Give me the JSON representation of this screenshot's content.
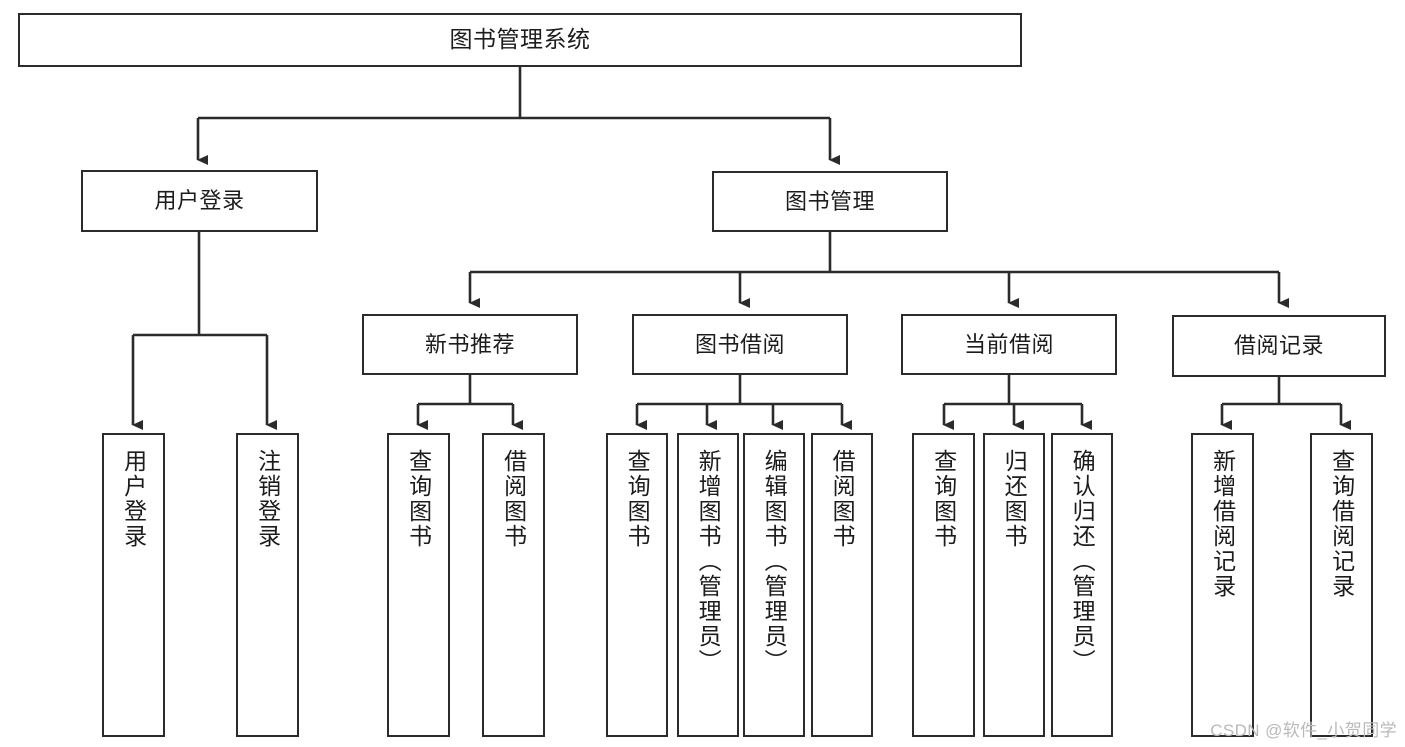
{
  "diagram": {
    "title": "图书管理系统",
    "type": "tree-hierarchy-flowchart",
    "colors": {
      "box_border": "#2b2b2b",
      "box_fill": "#ffffff",
      "connector": "#2b2b2b",
      "text": "#1c1c1c",
      "watermark": "#b9b9b9",
      "canvas": "#ffffff"
    },
    "root": {
      "id": "root",
      "label": "图书管理系统"
    },
    "level2": [
      {
        "id": "user-login",
        "label": "用户登录"
      },
      {
        "id": "book-management",
        "label": "图书管理"
      }
    ],
    "level3": [
      {
        "id": "new-book-recommend",
        "label": "新书推荐",
        "parent": "book-management"
      },
      {
        "id": "book-borrow",
        "label": "图书借阅",
        "parent": "book-management"
      },
      {
        "id": "current-borrow",
        "label": "当前借阅",
        "parent": "book-management"
      },
      {
        "id": "borrow-record",
        "label": "借阅记录",
        "parent": "book-management"
      }
    ],
    "leaves": [
      {
        "id": "leaf-user-login",
        "label": "用户登录",
        "parent": "user-login"
      },
      {
        "id": "leaf-logout-login",
        "label": "注销登录",
        "parent": "user-login"
      },
      {
        "id": "leaf-query-book-1",
        "label": "查询图书",
        "parent": "new-book-recommend"
      },
      {
        "id": "leaf-borrow-book-1",
        "label": "借阅图书",
        "parent": "new-book-recommend"
      },
      {
        "id": "leaf-query-book-2",
        "label": "查询图书",
        "parent": "book-borrow"
      },
      {
        "id": "leaf-add-book",
        "label": "新增图书（管理员）",
        "parent": "book-borrow"
      },
      {
        "id": "leaf-edit-book",
        "label": "编辑图书（管理员）",
        "parent": "book-borrow"
      },
      {
        "id": "leaf-borrow-book-2",
        "label": "借阅图书",
        "parent": "book-borrow"
      },
      {
        "id": "leaf-query-book-3",
        "label": "查询图书",
        "parent": "current-borrow"
      },
      {
        "id": "leaf-return-book",
        "label": "归还图书",
        "parent": "current-borrow"
      },
      {
        "id": "leaf-confirm-return",
        "label": "确认归还（管理员）",
        "parent": "current-borrow"
      },
      {
        "id": "leaf-add-record",
        "label": "新增借阅记录",
        "parent": "borrow-record"
      },
      {
        "id": "leaf-query-record",
        "label": "查询借阅记录",
        "parent": "borrow-record"
      }
    ],
    "watermark": "CSDN @软件_小贺同学"
  }
}
